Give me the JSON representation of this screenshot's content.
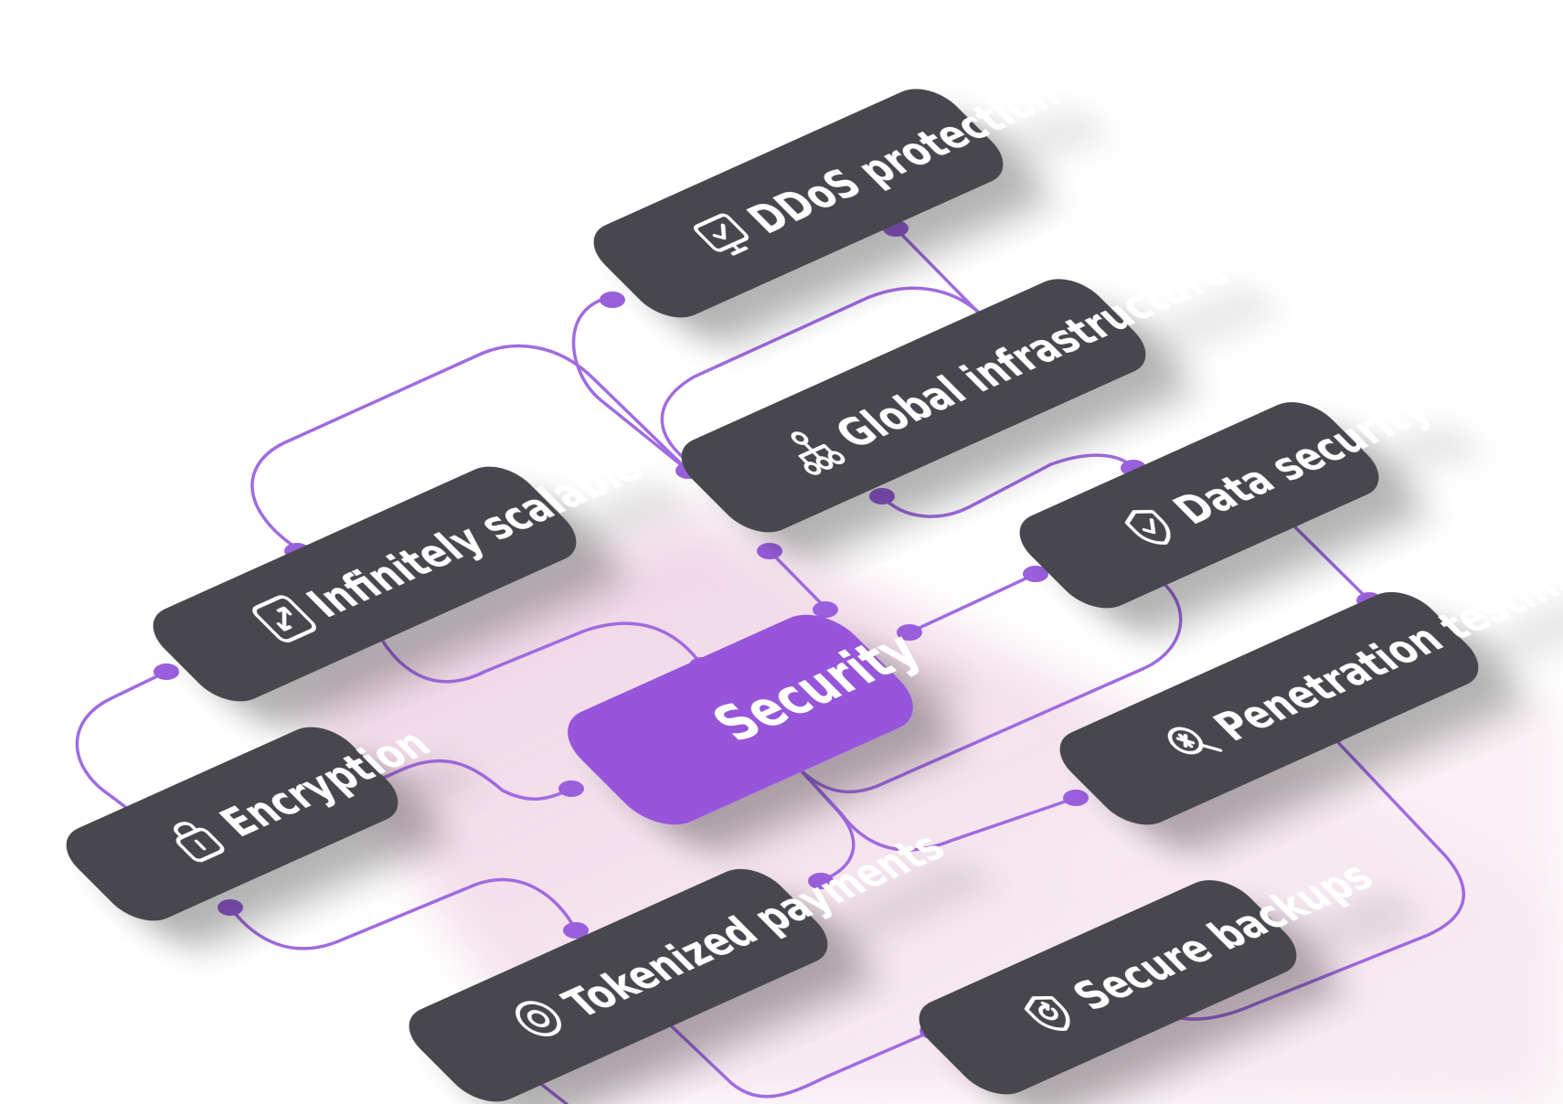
{
  "diagram": {
    "center": {
      "label": "Security",
      "color": "#9654DB"
    },
    "nodes": [
      {
        "id": "ddos",
        "label": "DDoS protection",
        "icon": "monitor-shield-icon"
      },
      {
        "id": "global",
        "label": "Global infrastructure",
        "icon": "network-tree-icon"
      },
      {
        "id": "data",
        "label": "Data security",
        "icon": "shield-check-icon"
      },
      {
        "id": "scalable",
        "label": "Infinitely scalable",
        "icon": "expand-arrows-icon"
      },
      {
        "id": "penetration",
        "label": "Penetration testing",
        "icon": "magnifier-bug-icon"
      },
      {
        "id": "encryption",
        "label": "Encryption",
        "icon": "lock-icon"
      },
      {
        "id": "tokenized",
        "label": "Tokenized payments",
        "icon": "target-circle-icon"
      },
      {
        "id": "backups",
        "label": "Secure backups",
        "icon": "shield-refresh-icon"
      }
    ],
    "colors": {
      "node": "#47474D",
      "connector": "#A06BE0",
      "connector_dot": "#9A5FDD",
      "glow": "#F3DDE8",
      "background": "#FFFFFF"
    }
  }
}
